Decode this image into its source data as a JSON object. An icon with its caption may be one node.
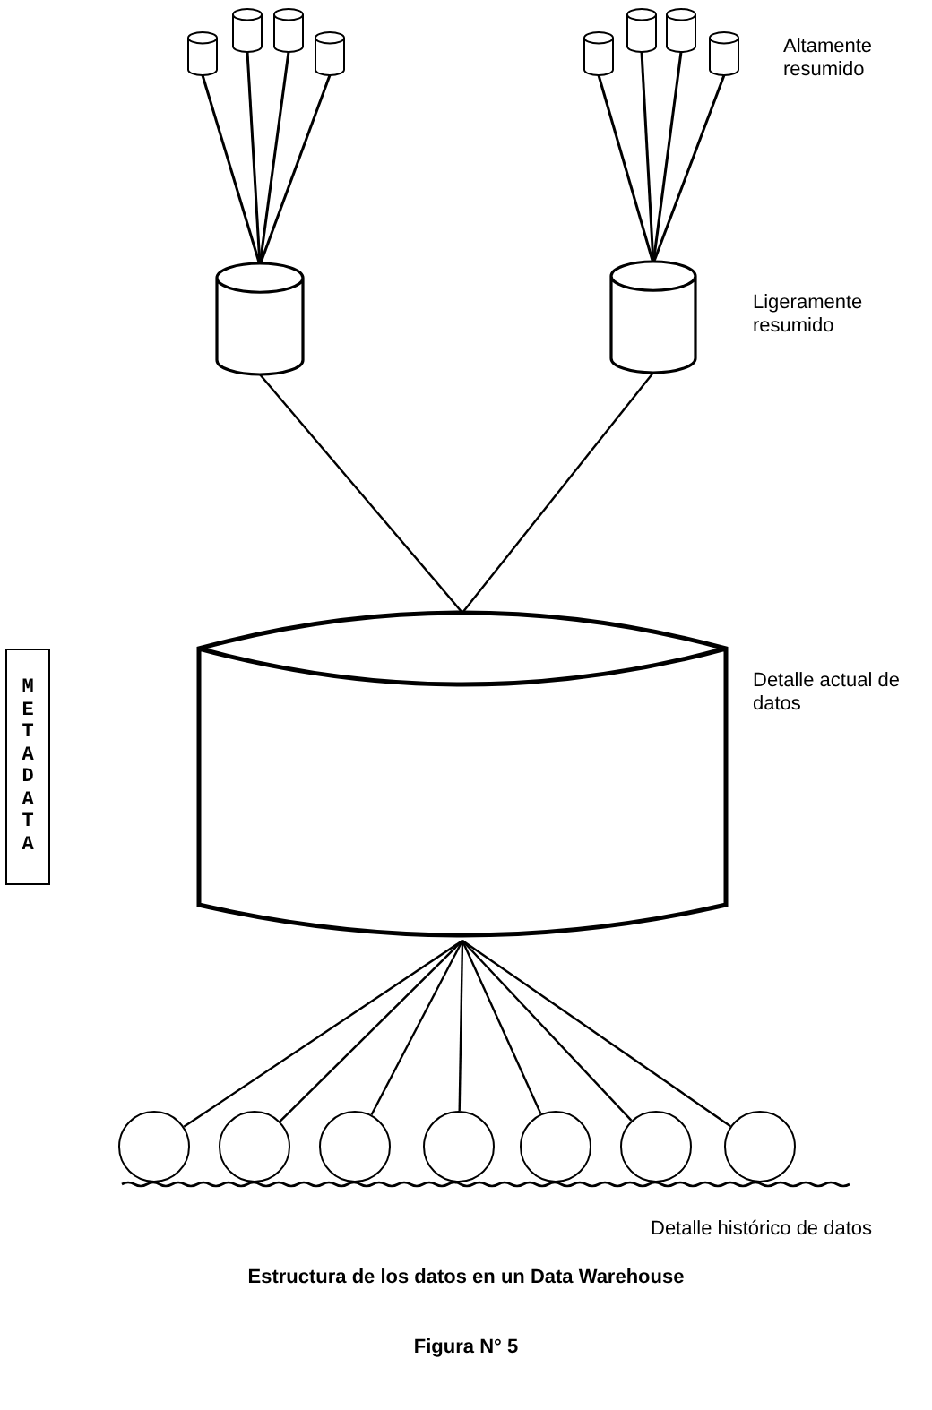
{
  "diagram": {
    "caption": "Estructura de los datos en un Data Warehouse",
    "nodes": [
      {
        "text": [],
        "shape": "cylinder"
      },
      {
        "text": [],
        "shape": "cylinder"
      },
      {
        "text": [],
        "shape": "cylinder"
      },
      {
        "text": [],
        "shape": "cylinder"
      },
      {
        "text": [],
        "shape": "cylinder"
      },
      {
        "text": [],
        "shape": "cylinder"
      },
      {
        "text": [],
        "shape": "cylinder"
      },
      {
        "text": [],
        "shape": "cylinder"
      },
      {
        "text": [],
        "shape": "cylinder"
      },
      {
        "text": [],
        "shape": "cylinder"
      },
      {
        "text": [],
        "shape": "cylinder"
      },
      {
        "text": [
          "META DATA"
        ]
      },
      {
        "text": [],
        "shape": "circle"
      },
      {
        "text": [],
        "shape": "circle"
      },
      {
        "text": [],
        "shape": "circle"
      },
      {
        "text": [],
        "shape": "circle"
      },
      {
        "text": [],
        "shape": "circle"
      },
      {
        "text": [],
        "shape": "circle"
      },
      {
        "text": [],
        "shape": "circle"
      }
    ],
    "edges": [
      {
        "from": 0,
        "to": 8,
        "arrow": "none"
      },
      {
        "from": 1,
        "to": 8,
        "arrow": "none"
      },
      {
        "from": 2,
        "to": 8,
        "arrow": "none"
      },
      {
        "from": 3,
        "to": 8,
        "arrow": "none"
      },
      {
        "from": 4,
        "to": 9,
        "arrow": "none"
      },
      {
        "from": 5,
        "to": 9,
        "arrow": "none"
      },
      {
        "from": 6,
        "to": 9,
        "arrow": "none"
      },
      {
        "from": 7,
        "to": 9,
        "arrow": "none"
      },
      {
        "from": 8,
        "to": 10,
        "arrow": "none"
      },
      {
        "from": 9,
        "to": 10,
        "arrow": "none"
      },
      {
        "from": 10,
        "to": 12,
        "arrow": "none"
      },
      {
        "from": 10,
        "to": 13,
        "arrow": "none"
      },
      {
        "from": 10,
        "to": 14,
        "arrow": "none"
      },
      {
        "from": 10,
        "to": 15,
        "arrow": "none"
      },
      {
        "from": 10,
        "to": 16,
        "arrow": "none"
      },
      {
        "from": 10,
        "to": 17,
        "arrow": "none"
      },
      {
        "from": 10,
        "to": 18,
        "arrow": "none"
      }
    ],
    "labels": [
      "Altamente resumido",
      "Ligeramente resumido",
      "Detalle actual de datos",
      "Detalle histórico de datos",
      "Figura N° 5"
    ]
  }
}
